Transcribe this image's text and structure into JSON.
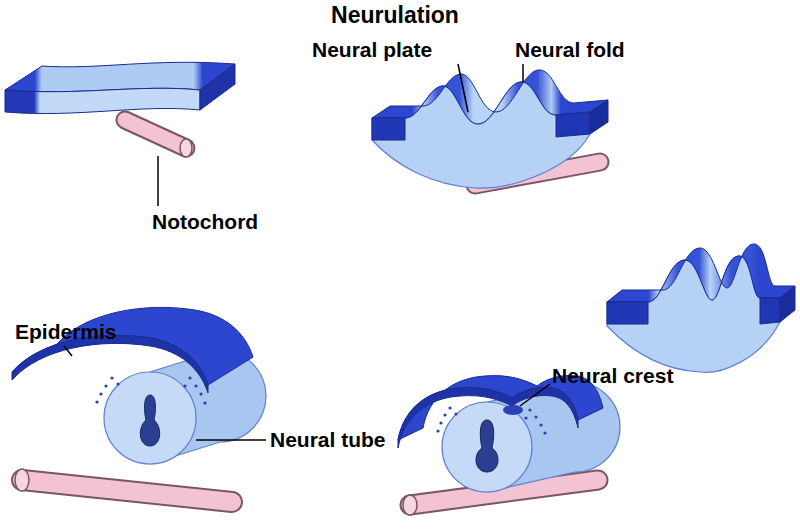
{
  "diagram": {
    "title": "Neurulation",
    "labels": [
      "Neural plate",
      "Neural fold",
      "Notochord",
      "Epidermis",
      "Neural crest",
      "Neural tube"
    ]
  }
}
